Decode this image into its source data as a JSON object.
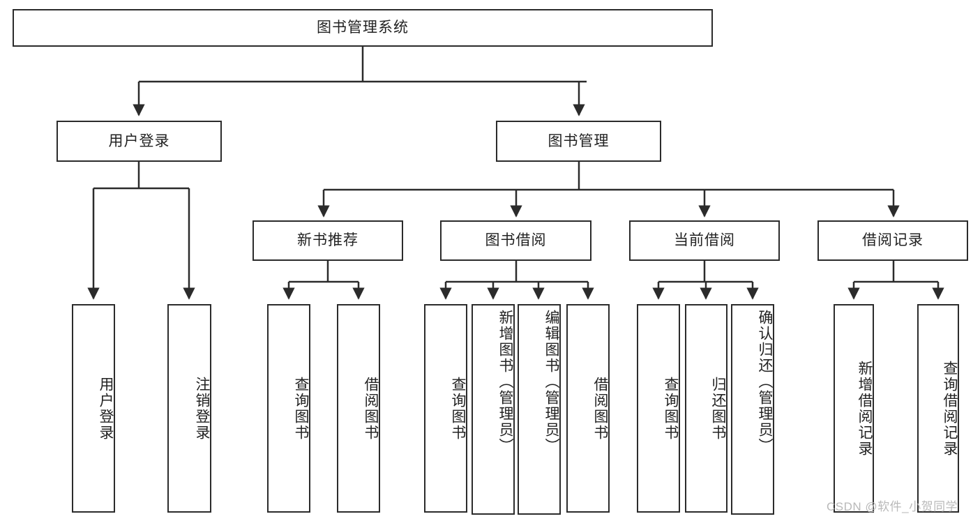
{
  "diagram": {
    "type": "tree-flowchart",
    "title": "图书管理系统",
    "root": {
      "id": "root",
      "label": "图书管理系统"
    },
    "level2": [
      {
        "id": "user-login",
        "label": "用户登录"
      },
      {
        "id": "book-management",
        "label": "图书管理"
      }
    ],
    "level3": [
      {
        "id": "new-book-recommend",
        "label": "新书推荐",
        "parent": "book-management"
      },
      {
        "id": "book-borrow",
        "label": "图书借阅",
        "parent": "book-management"
      },
      {
        "id": "current-borrow",
        "label": "当前借阅",
        "parent": "book-management"
      },
      {
        "id": "borrow-record",
        "label": "借阅记录",
        "parent": "book-management"
      }
    ],
    "leaves": [
      {
        "id": "leaf-user-login",
        "label": "用户登录",
        "parent": "user-login"
      },
      {
        "id": "leaf-logout-login",
        "label": "注销登录",
        "parent": "user-login"
      },
      {
        "id": "leaf-query-book-1",
        "label": "查询图书",
        "parent": "new-book-recommend"
      },
      {
        "id": "leaf-borrow-book-1",
        "label": "借阅图书",
        "parent": "new-book-recommend"
      },
      {
        "id": "leaf-query-book-2",
        "label": "查询图书",
        "parent": "book-borrow"
      },
      {
        "id": "leaf-add-book-admin",
        "label": "新增图书（管理员）",
        "parent": "book-borrow"
      },
      {
        "id": "leaf-edit-book-admin",
        "label": "编辑图书（管理员）",
        "parent": "book-borrow"
      },
      {
        "id": "leaf-borrow-book-2",
        "label": "借阅图书",
        "parent": "book-borrow"
      },
      {
        "id": "leaf-query-book-3",
        "label": "查询图书",
        "parent": "current-borrow"
      },
      {
        "id": "leaf-return-book",
        "label": "归还图书",
        "parent": "current-borrow"
      },
      {
        "id": "leaf-confirm-return-admin",
        "label": "确认归还（管理员）",
        "parent": "current-borrow"
      },
      {
        "id": "leaf-add-borrow-record",
        "label": "新增借阅记录",
        "parent": "borrow-record"
      },
      {
        "id": "leaf-query-borrow-record",
        "label": "查询借阅记录",
        "parent": "borrow-record"
      }
    ],
    "watermark": "CSDN @软件_小贺同学",
    "colors": {
      "stroke": "#2b2b2b",
      "fill": "#ffffff",
      "text": "#222222",
      "watermark": "#b9b9b9"
    }
  }
}
